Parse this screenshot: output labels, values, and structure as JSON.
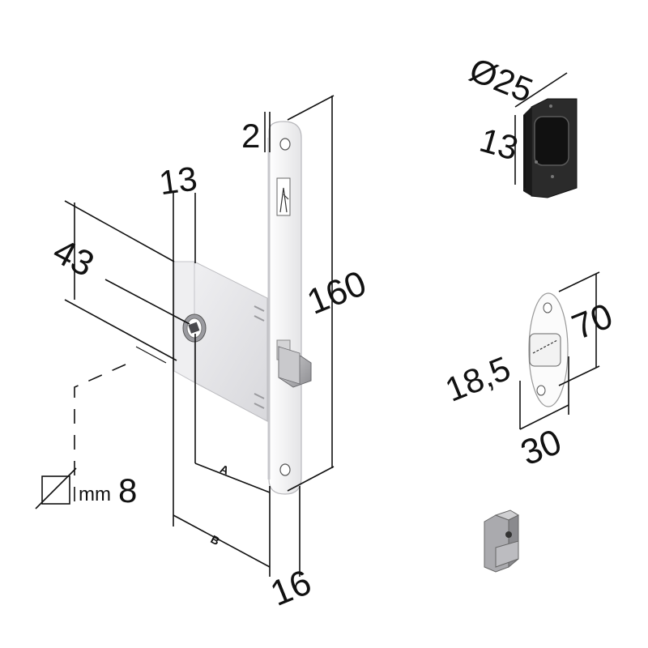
{
  "dimensions": {
    "plate_thickness": "2",
    "backset": "13",
    "height": "43",
    "faceplate_length": "160",
    "faceplate_width": "16",
    "label_a": "A",
    "label_b": "B",
    "square_spindle_unit": "mm",
    "square_spindle_size": "8",
    "cylinder_diameter": "Ø25",
    "cylinder_depth": "13",
    "strike_height": "70",
    "strike_hole": "18,5",
    "strike_width": "30"
  },
  "colors": {
    "line": "#111111",
    "lock_body": "#e6e6e8",
    "faceplate": "#fafafa",
    "dark_part": "#2b2b2b"
  }
}
